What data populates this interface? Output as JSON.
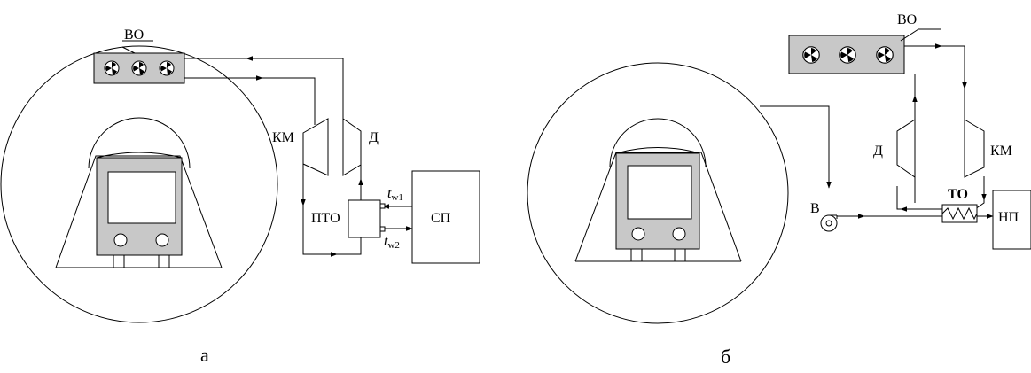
{
  "diagram_a": {
    "air_cooler_label": "ВО",
    "compressor_label": "КМ",
    "expander_label": "Д",
    "heat_exchanger_label": "ПТО",
    "consumer_label": "СП",
    "water_in_label": {
      "t": "t",
      "sub": "w1"
    },
    "water_out_label": {
      "t": "t",
      "sub": "w2"
    },
    "caption": "а"
  },
  "diagram_b": {
    "air_cooler_label": "ВО",
    "expander_label": "Д",
    "compressor_label": "КМ",
    "heat_exchanger_label": "ТО",
    "fan_label": "В",
    "consumer_label": "НП",
    "caption": "б"
  },
  "colors": {
    "equipment_fill": "#c8c8c8",
    "screen_fill": "#ffffff",
    "stroke": "#000000"
  },
  "icons": [
    "fan-icon",
    "centrifugal-fan-icon",
    "arrow-icon"
  ]
}
